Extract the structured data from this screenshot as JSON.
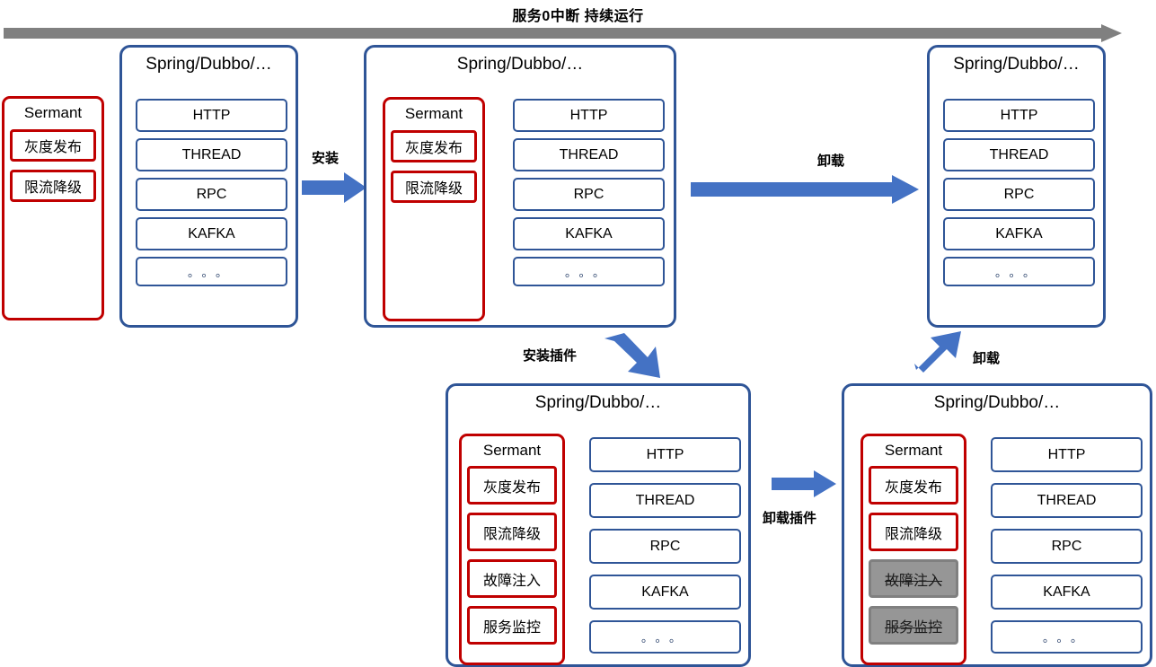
{
  "banner": {
    "title": "服务0中断 持续运行",
    "arrow_icon": "right-arrow-icon",
    "arrow_color": "#808080"
  },
  "colors": {
    "host_border": "#2F5597",
    "sermant_border": "#C00000",
    "arrow_blue": "#4472C4",
    "disabled_gray": "#969696"
  },
  "labels": {
    "stack_http": "HTTP",
    "stack_thread": "THREAD",
    "stack_rpc": "RPC",
    "stack_kafka": "KAFKA",
    "stack_more": "。。。",
    "host_title": "Spring/Dubbo/…",
    "sermant_title": "Sermant",
    "plugin_gray": "灰度发布",
    "plugin_limit": "限流降级",
    "plugin_fault": "故障注入",
    "plugin_monitor": "服务监控"
  },
  "flows": [
    {
      "id": "install",
      "label": "安装",
      "direction": "right"
    },
    {
      "id": "uninstall-top",
      "label": "卸载",
      "direction": "right"
    },
    {
      "id": "install-plugin",
      "label": "安装插件",
      "direction": "down-right"
    },
    {
      "id": "uninstall-plugin",
      "label": "卸载插件",
      "direction": "right"
    },
    {
      "id": "uninstall-bottom",
      "label": "卸载",
      "direction": "up-right"
    }
  ],
  "nodes": {
    "standalone_sermant": {
      "title": "Sermant",
      "plugins": [
        {
          "label": "灰度发布",
          "state": "active"
        },
        {
          "label": "限流降级",
          "state": "active"
        }
      ]
    },
    "host_plain_left": {
      "title": "Spring/Dubbo/…",
      "sermant": null,
      "stack": [
        "HTTP",
        "THREAD",
        "RPC",
        "KAFKA",
        "。。。"
      ]
    },
    "host_with_sermant": {
      "title": "Spring/Dubbo/…",
      "sermant": {
        "title": "Sermant",
        "plugins": [
          {
            "label": "灰度发布",
            "state": "active"
          },
          {
            "label": "限流降级",
            "state": "active"
          }
        ]
      },
      "stack": [
        "HTTP",
        "THREAD",
        "RPC",
        "KAFKA",
        "。。。"
      ]
    },
    "host_plain_right": {
      "title": "Spring/Dubbo/…",
      "sermant": null,
      "stack": [
        "HTTP",
        "THREAD",
        "RPC",
        "KAFKA",
        "。。。"
      ]
    },
    "host_four_plugins": {
      "title": "Spring/Dubbo/…",
      "sermant": {
        "title": "Sermant",
        "plugins": [
          {
            "label": "灰度发布",
            "state": "active"
          },
          {
            "label": "限流降级",
            "state": "active"
          },
          {
            "label": "故障注入",
            "state": "active"
          },
          {
            "label": "服务监控",
            "state": "active"
          }
        ]
      },
      "stack": [
        "HTTP",
        "THREAD",
        "RPC",
        "KAFKA",
        "。。。"
      ]
    },
    "host_two_disabled": {
      "title": "Spring/Dubbo/…",
      "sermant": {
        "title": "Sermant",
        "plugins": [
          {
            "label": "灰度发布",
            "state": "active"
          },
          {
            "label": "限流降级",
            "state": "active"
          },
          {
            "label": "故障注入",
            "state": "disabled"
          },
          {
            "label": "服务监控",
            "state": "disabled"
          }
        ]
      },
      "stack": [
        "HTTP",
        "THREAD",
        "RPC",
        "KAFKA",
        "。。。"
      ]
    }
  }
}
